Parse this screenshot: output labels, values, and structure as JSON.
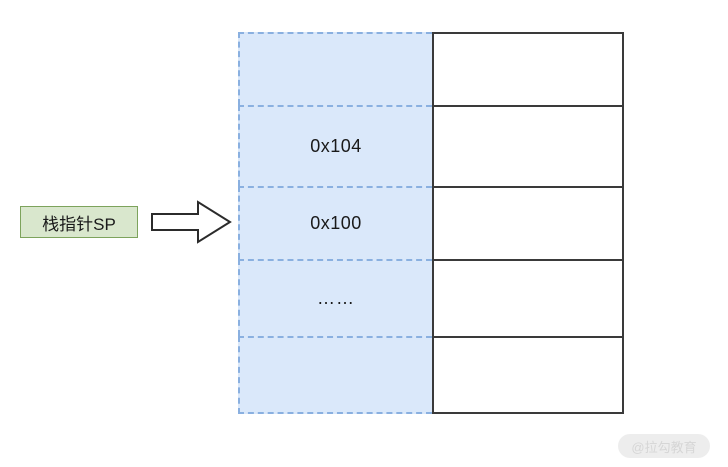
{
  "diagram": {
    "title": "stack-pointer-memory-layout",
    "pointer": {
      "label": "栈指针SP",
      "arrow_icon": "right-block-arrow-icon",
      "fill_color": "#d9e7cd",
      "border_color": "#7da35c"
    },
    "memory_table": {
      "address_column": {
        "fill_color": "#dae8fa",
        "border_color": "#8ab0e0",
        "border_style": "dashed"
      },
      "value_column": {
        "fill_color": "#ffffff",
        "border_color": "#3a3a3a",
        "border_style": "solid"
      },
      "rows": [
        {
          "address": "",
          "value": ""
        },
        {
          "address": "0x104",
          "value": ""
        },
        {
          "address": "0x100",
          "value": ""
        },
        {
          "address": "……",
          "value": ""
        },
        {
          "address": "",
          "value": ""
        }
      ]
    }
  },
  "watermark": {
    "text": "@拉勾教育"
  }
}
